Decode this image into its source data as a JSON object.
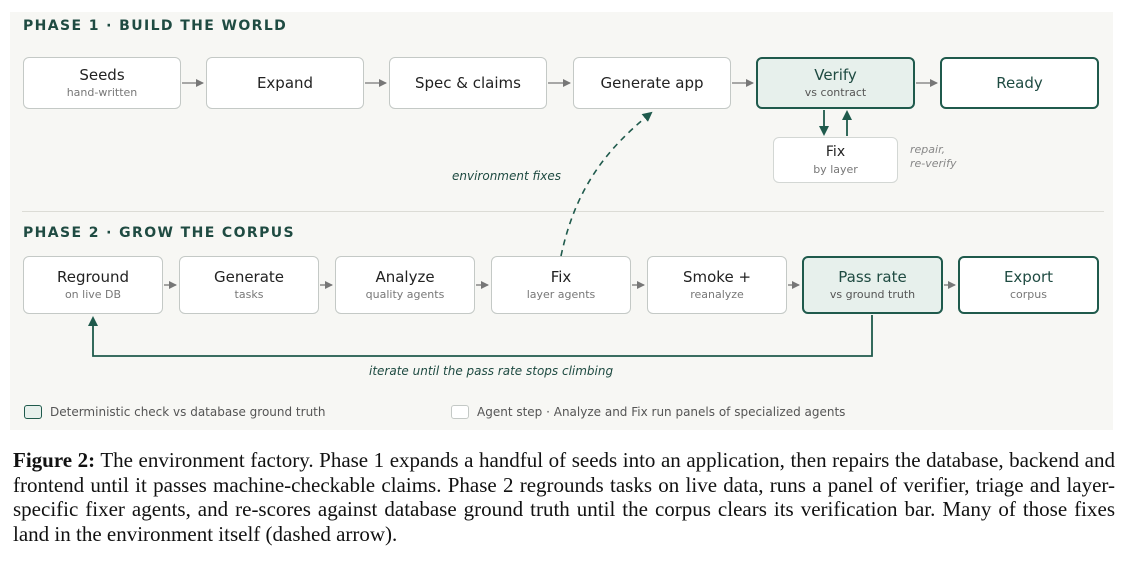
{
  "phase1": {
    "title": "PHASE 1 · BUILD THE WORLD",
    "steps": [
      {
        "label": "Seeds",
        "sub": "hand-written"
      },
      {
        "label": "Expand",
        "sub": ""
      },
      {
        "label": "Spec & claims",
        "sub": ""
      },
      {
        "label": "Generate app",
        "sub": ""
      },
      {
        "label": "Verify",
        "sub": "vs contract"
      },
      {
        "label": "Ready",
        "sub": ""
      }
    ],
    "fix": {
      "label": "Fix",
      "sub": "by layer"
    },
    "repair_note_line1": "repair,",
    "repair_note_line2": "re-verify"
  },
  "environment_fixes_note": "environment fixes",
  "phase2": {
    "title": "PHASE 2 · GROW THE CORPUS",
    "steps": [
      {
        "label": "Reground",
        "sub": "on live DB"
      },
      {
        "label": "Generate",
        "sub": "tasks"
      },
      {
        "label": "Analyze",
        "sub": "quality agents"
      },
      {
        "label": "Fix",
        "sub": "layer agents"
      },
      {
        "label": "Smoke +",
        "sub": "reanalyze"
      },
      {
        "label": "Pass rate",
        "sub": "vs ground truth"
      },
      {
        "label": "Export",
        "sub": "corpus"
      }
    ],
    "loop_note": "iterate until the pass rate stops climbing"
  },
  "legend": {
    "deterministic": "Deterministic check vs database ground truth",
    "agent": "Agent step · Analyze and Fix run panels of specialized agents"
  },
  "caption": {
    "label": "Figure 2:",
    "text": "The environment factory. Phase 1 expands a handful of seeds into an application, then repairs the database, backend and frontend until it passes machine-checkable claims. Phase 2 regrounds tasks on live data, runs a panel of verifier, triage and layer-specific fixer agents, and re-scores against database ground truth until the corpus clears its verification bar. Many of those fixes land in the environment itself (dashed arrow)."
  },
  "colors": {
    "accent": "#1f5a4c",
    "highlight_fill": "#e7f0ec",
    "panel_bg": "#f7f7f4"
  }
}
